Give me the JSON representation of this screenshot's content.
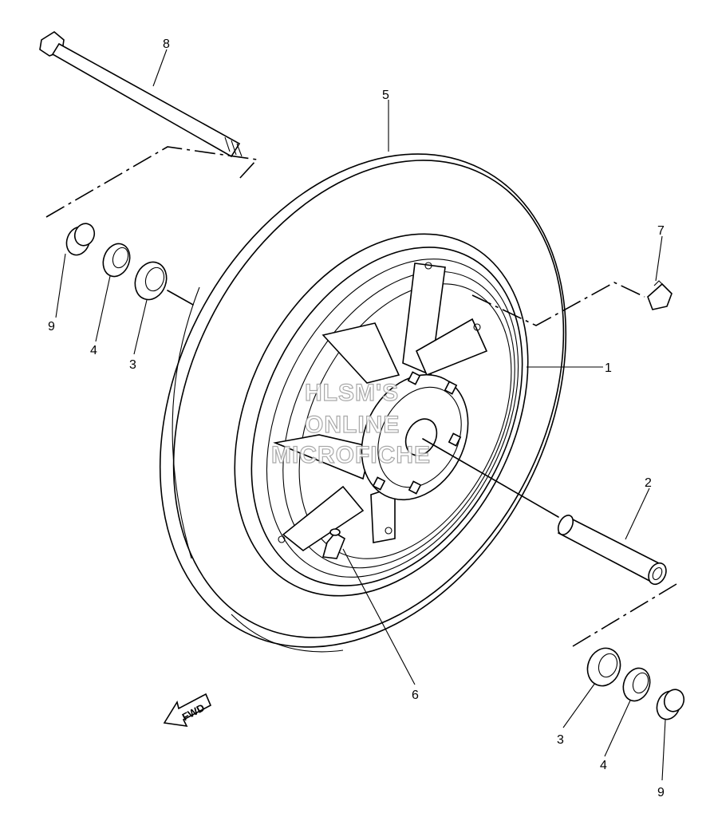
{
  "watermark": {
    "line1": "HLSM'S",
    "line2": "ONLINE",
    "line3": "MICROFICHE"
  },
  "fwd_label": "FWD",
  "callouts": {
    "wheel": "1",
    "collar": "2",
    "bearing_left": "3",
    "oil_seal_left": "4",
    "tire": "5",
    "valve": "6",
    "meter_clutch": "7",
    "axle": "8",
    "spacer_left": "9",
    "bearing_right": "3",
    "oil_seal_right": "4",
    "spacer_right": "9"
  }
}
